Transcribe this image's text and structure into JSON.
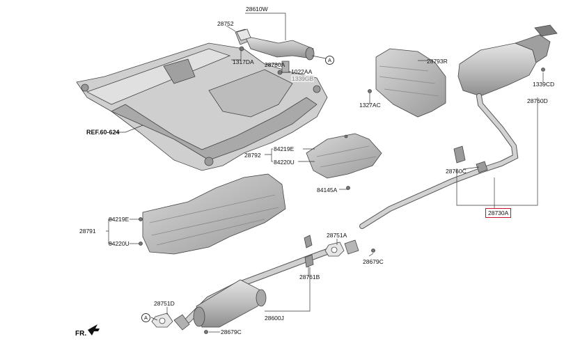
{
  "labels": {
    "p28610W": "28610W",
    "p28752": "28752",
    "p1317DA": "1317DA",
    "p28780A": "28780A",
    "p1022AA": "1022AA",
    "p1339GB": "1339GB",
    "ref": "REF.60-624",
    "p28793R": "28793R",
    "p1327AC": "1327AC",
    "p1339CD": "1339CD",
    "p28760D": "28760D",
    "p84219E_a": "84219E",
    "p28792": "28792",
    "p84220U_a": "84220U",
    "p84145A": "84145A",
    "p28760C": "28760C",
    "p28730A": "28730A",
    "p84219E_b": "84219E",
    "p28791": "28791",
    "p84220U_b": "84220U",
    "p28751A": "28751A",
    "p28679C_a": "28679C",
    "p28761B": "28761B",
    "p28751D": "28751D",
    "p28600J": "28600J",
    "p28679C_b": "28679C",
    "fr": "FR.",
    "circle_a": "A"
  },
  "colors": {
    "highlight_box": "#c8102e",
    "part_fill": "#c9c9c9",
    "part_dark": "#8f8f8f",
    "line": "#333333"
  }
}
